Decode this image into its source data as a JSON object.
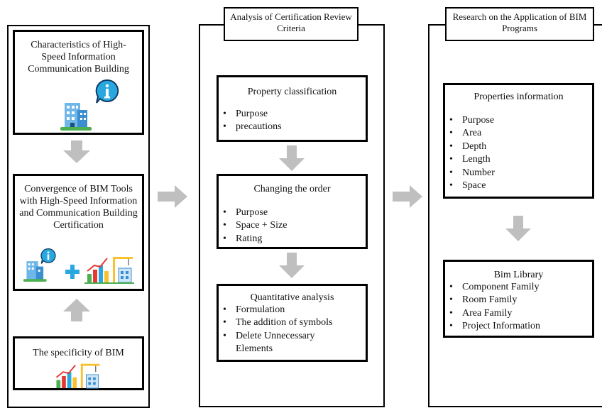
{
  "left_column": {
    "characteristics": "Characteristics of High-Speed Information Communication Building",
    "convergence": "Convergence of BIM Tools with High-Speed Information and Communication Building Certification",
    "specificity": "The specificity of BIM"
  },
  "middle_column": {
    "title": "Analysis of Certification Review Criteria",
    "property": {
      "title": "Property classification",
      "items": [
        "Purpose",
        "precautions"
      ]
    },
    "order": {
      "title": "Changing the order",
      "items": [
        "Purpose",
        "Space + Size",
        "Rating"
      ]
    },
    "quant": {
      "title": "Quantitative analysis",
      "items": [
        "Formulation",
        "The addition of symbols",
        "Delete Unnecessary Elements"
      ]
    }
  },
  "right_column": {
    "title": "Research on the Application of BIM Programs",
    "properties": {
      "title": "Properties information",
      "items": [
        "Purpose",
        "Area",
        "Depth",
        "Length",
        "Number",
        "Space"
      ]
    },
    "library": {
      "title": "Bim Library",
      "items": [
        "Component Family",
        "Room Family",
        "Area Family",
        "Project Information"
      ]
    }
  },
  "icons": {
    "info": "info-speech-bubble-icon",
    "building": "office-building-icon",
    "plus": "plus-icon",
    "chart": "bar-chart-construction-icon"
  },
  "colors": {
    "arrow": "#bfbfbf",
    "icon_blue": "#29a8e0",
    "icon_red": "#e53935",
    "icon_green": "#4caf50",
    "icon_yellow": "#f7c22d"
  }
}
